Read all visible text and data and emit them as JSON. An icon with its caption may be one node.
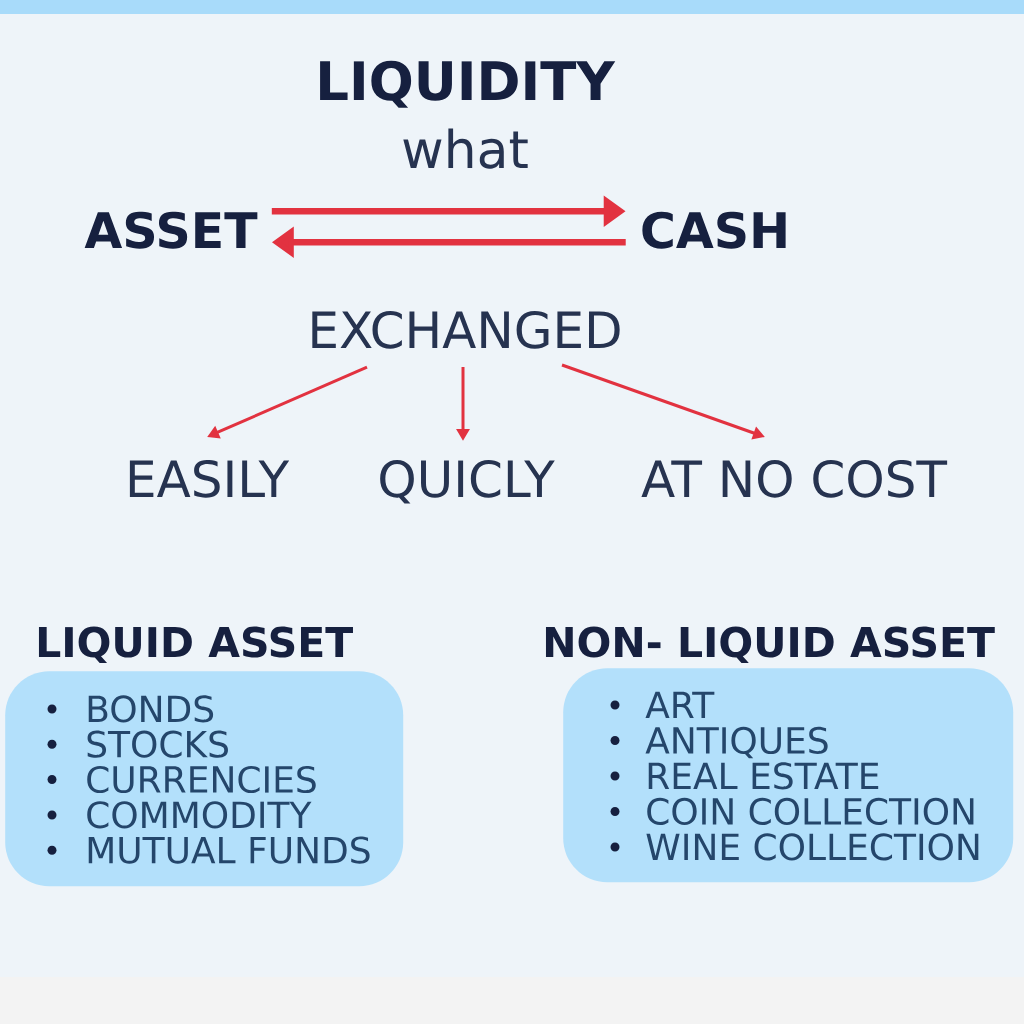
{
  "diagram": {
    "title": "LIQUIDITY",
    "nodes": [
      {
        "text": [
          "ASSET"
        ]
      },
      {
        "text": [
          "CASH"
        ]
      },
      {
        "text": [
          "EXCHANGED"
        ]
      },
      {
        "text": [
          "EASILY"
        ]
      },
      {
        "text": [
          "QUICLY"
        ]
      },
      {
        "text": [
          "AT NO COST"
        ]
      },
      {
        "text": [
          "LIQUID ASSET",
          "BONDS",
          "STOCKS",
          "CURRENCIES",
          "COMMODITY",
          "MUTUAL FUNDS"
        ]
      },
      {
        "text": [
          "NON- LIQUID ASSET",
          "ART",
          "ANTIQUES",
          "REAL ESTATE",
          "COIN COLLECTION",
          "WINE COLLECTION"
        ]
      }
    ],
    "edges": [
      {
        "from": 0,
        "to": 1,
        "arrow": "to",
        "style": "thick"
      },
      {
        "from": 1,
        "to": 0,
        "arrow": "to",
        "style": "thick"
      },
      {
        "from": 2,
        "to": 3,
        "arrow": "to"
      },
      {
        "from": 2,
        "to": 4,
        "arrow": "to"
      },
      {
        "from": 2,
        "to": 5,
        "arrow": "to"
      }
    ],
    "labels": [
      "what"
    ]
  }
}
